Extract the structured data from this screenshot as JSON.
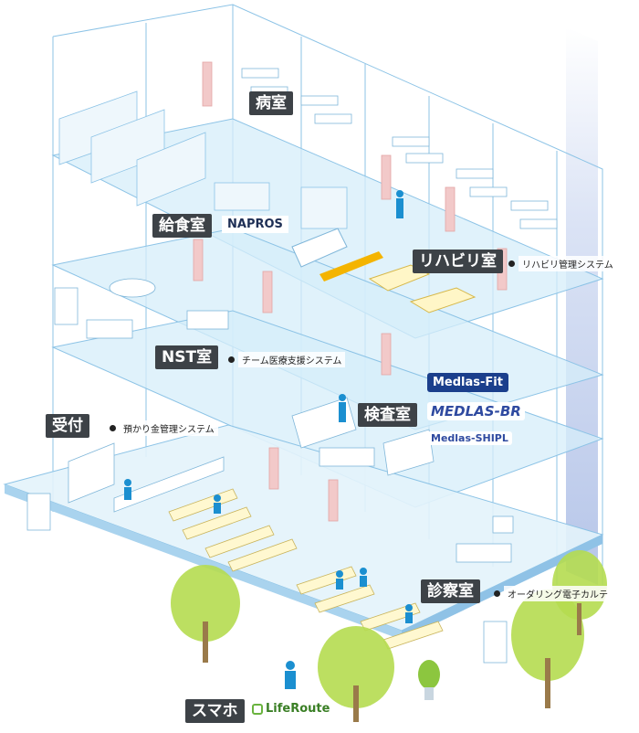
{
  "rooms": {
    "ward": {
      "label": "病室"
    },
    "kitchen": {
      "label": "給食室",
      "system": "NAPROS"
    },
    "rehab": {
      "label": "リハビリ室",
      "system": "リハビリ管理システム"
    },
    "nst": {
      "label": "NST室",
      "system": "チーム医療支援システム"
    },
    "lab": {
      "label": "検査室",
      "systems": [
        "Medlas-Fit",
        "MEDLAS-BR",
        "Medlas-SHIPL"
      ]
    },
    "reception": {
      "label": "受付",
      "system": "預かり金管理システム"
    },
    "exam": {
      "label": "診察室",
      "system": "オーダリング電子カルテ"
    },
    "smartphone": {
      "label": "スマホ",
      "system": "LifeRoute"
    }
  },
  "colors": {
    "floor": "#d6eefa",
    "wall_line": "#8cc3e6",
    "door": "#f2c9c9",
    "label_bg": "#3d4247",
    "tree": "#9ccf3a",
    "shaft": "#c9d6ef"
  }
}
